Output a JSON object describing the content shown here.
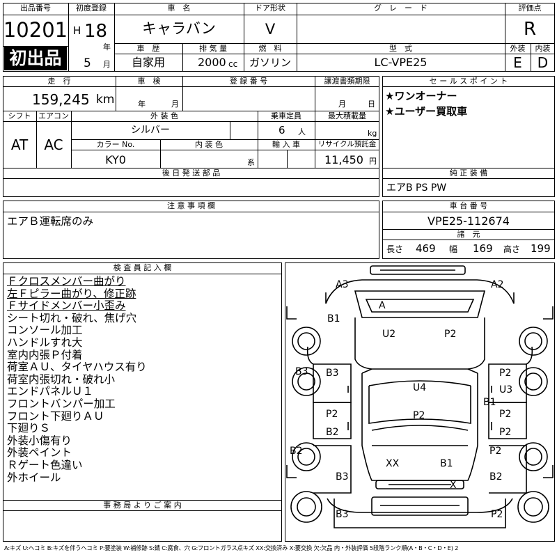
{
  "header": {
    "h_lot_no": "出品番号",
    "lot_no": "10201",
    "first_listing": "初出品",
    "h_first_reg": "初度登録",
    "era": "H",
    "year": "18",
    "year_unit": "年",
    "month": "5",
    "month_unit": "月",
    "h_model_name": "車　名",
    "model_name": "キャラバン",
    "h_door": "ドア形状",
    "door": "V",
    "h_grade": "グ　レ　ー　ド",
    "grade": "",
    "h_score": "評価点",
    "score": "R",
    "h_history": "車　歴",
    "history": "自家用",
    "h_displacement": "排 気 量",
    "displacement": "2000",
    "displacement_unit": "cc",
    "h_fuel": "燃　料",
    "fuel": "ガソリン",
    "h_type": "型　式",
    "type": "LC-VPE25",
    "h_ext": "外装",
    "ext_grade": "E",
    "h_int": "内装",
    "int_grade": "D"
  },
  "details": {
    "h_mileage": "走　行",
    "mileage": "159,245",
    "mileage_unit": "km",
    "h_inspection": "車　検",
    "insp_year_unit": "年",
    "insp_month_unit": "月",
    "h_reg_no": "登 録 番 号",
    "reg_no": "",
    "h_transfer": "譲渡書類期限",
    "tr_month_unit": "月",
    "tr_day_unit": "日",
    "h_sales": "セ ー ル ス ポ イ ン ト",
    "sales_points": [
      "★ワンオーナー",
      "★ユーザー買取車"
    ],
    "h_shift": "シフト",
    "shift": "AT",
    "h_ac": "エアコン",
    "ac": "AC",
    "h_ext_color": "外 装 色",
    "ext_color": "シルバー",
    "h_capacity": "乗車定員",
    "capacity": "6",
    "capacity_unit": "人",
    "h_load": "最大積載量",
    "load_unit": "kg",
    "h_color_no": "カラー No.",
    "color_no": "KY0",
    "h_int_color": "内 装 色",
    "int_color_unit": "系",
    "h_import": "輸 入 車",
    "h_recycle": "リサイクル預託金",
    "recycle": "11,450",
    "recycle_unit": "円",
    "h_later_parts": "後 日 発 送 部 品",
    "later_parts": "",
    "h_equipment": "純 正 装 備",
    "equipment": "エアB PS PW",
    "h_notes": "注 意 事 項 欄",
    "notes": "エアＢ運転席のみ",
    "h_chassis": "車 台 番 号",
    "chassis": "VPE25-112674",
    "h_dims": "諸　元",
    "len_label": "長さ",
    "length": "469",
    "wid_label": "幅",
    "width": "169",
    "hgt_label": "高さ",
    "height": "199"
  },
  "inspector": {
    "h": "検 査 員 記 入 欄",
    "remarks": [
      {
        "text": "Ｆクロスメンバー曲がり",
        "underline": true
      },
      {
        "text": "左Ｆピラー曲がり、修正跡",
        "underline": true
      },
      {
        "text": "Ｆサイドメンバー小歪み",
        "underline": true
      },
      {
        "text": "シート切れ・破れ、焦げ穴",
        "underline": false
      },
      {
        "text": "コンソール加工",
        "underline": false
      },
      {
        "text": "ハンドルすれ大",
        "underline": false
      },
      {
        "text": "室内内張Ｐ付着",
        "underline": false
      },
      {
        "text": "荷室ＡＵ、タイヤハウス有り",
        "underline": false
      },
      {
        "text": "荷室内張切れ・破れ小",
        "underline": false
      },
      {
        "text": "エンドパネルＵ１",
        "underline": false
      },
      {
        "text": "フロントバンパー加工",
        "underline": false
      },
      {
        "text": "フロント下廻りＡＵ",
        "underline": false
      },
      {
        "text": "下廻りＳ",
        "underline": false
      },
      {
        "text": "外装小傷有り",
        "underline": false
      },
      {
        "text": "外装ペイント",
        "underline": false
      },
      {
        "text": "Ｒゲート色違い",
        "underline": false
      },
      {
        "text": "外ホイール",
        "underline": false
      }
    ],
    "h_office": "事 務 局 よ り ご 案 内",
    "office": ""
  },
  "diagram_labels": [
    "A3",
    "A2",
    "A",
    "B1",
    "U2",
    "P2",
    "B3",
    "B3",
    "P2",
    "U4",
    "U3",
    "B1",
    "P2",
    "P2",
    "P2",
    "B2",
    "P2",
    "B2",
    "P2",
    "XX",
    "B1",
    "B3",
    "X",
    "B2",
    "B3",
    "P2"
  ],
  "legend": "A:キズ U:ヘコミ B:キズを伴うヘコミ P:要塗装 W:補修跡 S:錆 C:腐食、穴 G:フロントガラス点キズ XX:交換済み X:要交換 欠:欠品 内・外装評価 5段階ランク順(A・B・C・D・E) 2"
}
